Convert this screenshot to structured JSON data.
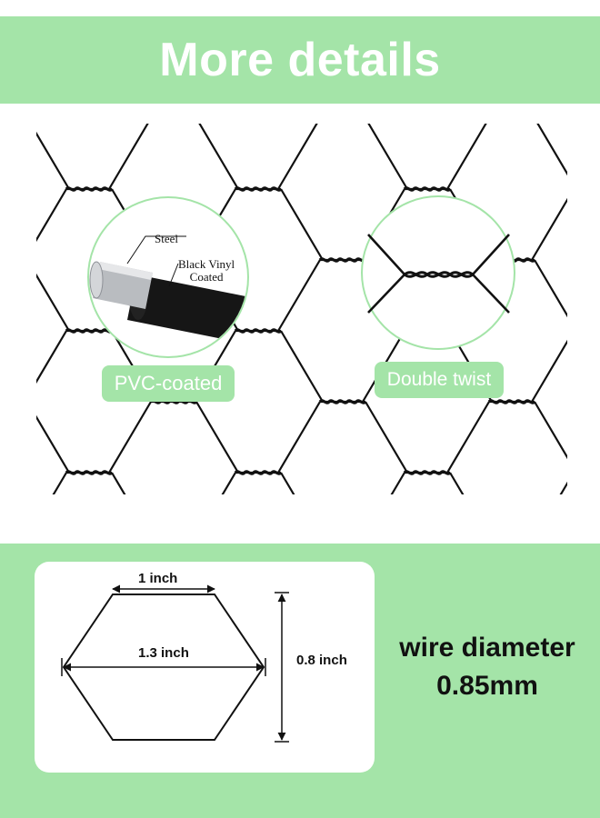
{
  "header": {
    "title": "More details"
  },
  "colors": {
    "accent_green": "#a4e4a8",
    "wire": "#111111",
    "white": "#ffffff"
  },
  "mesh": {
    "left_callout": {
      "steel_label": "Steel",
      "vinyl_label_line1": "Black Vinyl",
      "vinyl_label_line2": "Coated",
      "tag": "PVC-coated"
    },
    "right_callout": {
      "tag": "Double twist"
    }
  },
  "dimensions": {
    "top_width": "1 inch",
    "full_width": "1.3 inch",
    "height": "0.8 inch"
  },
  "wire": {
    "label": "wire diameter",
    "value": "0.85mm"
  }
}
